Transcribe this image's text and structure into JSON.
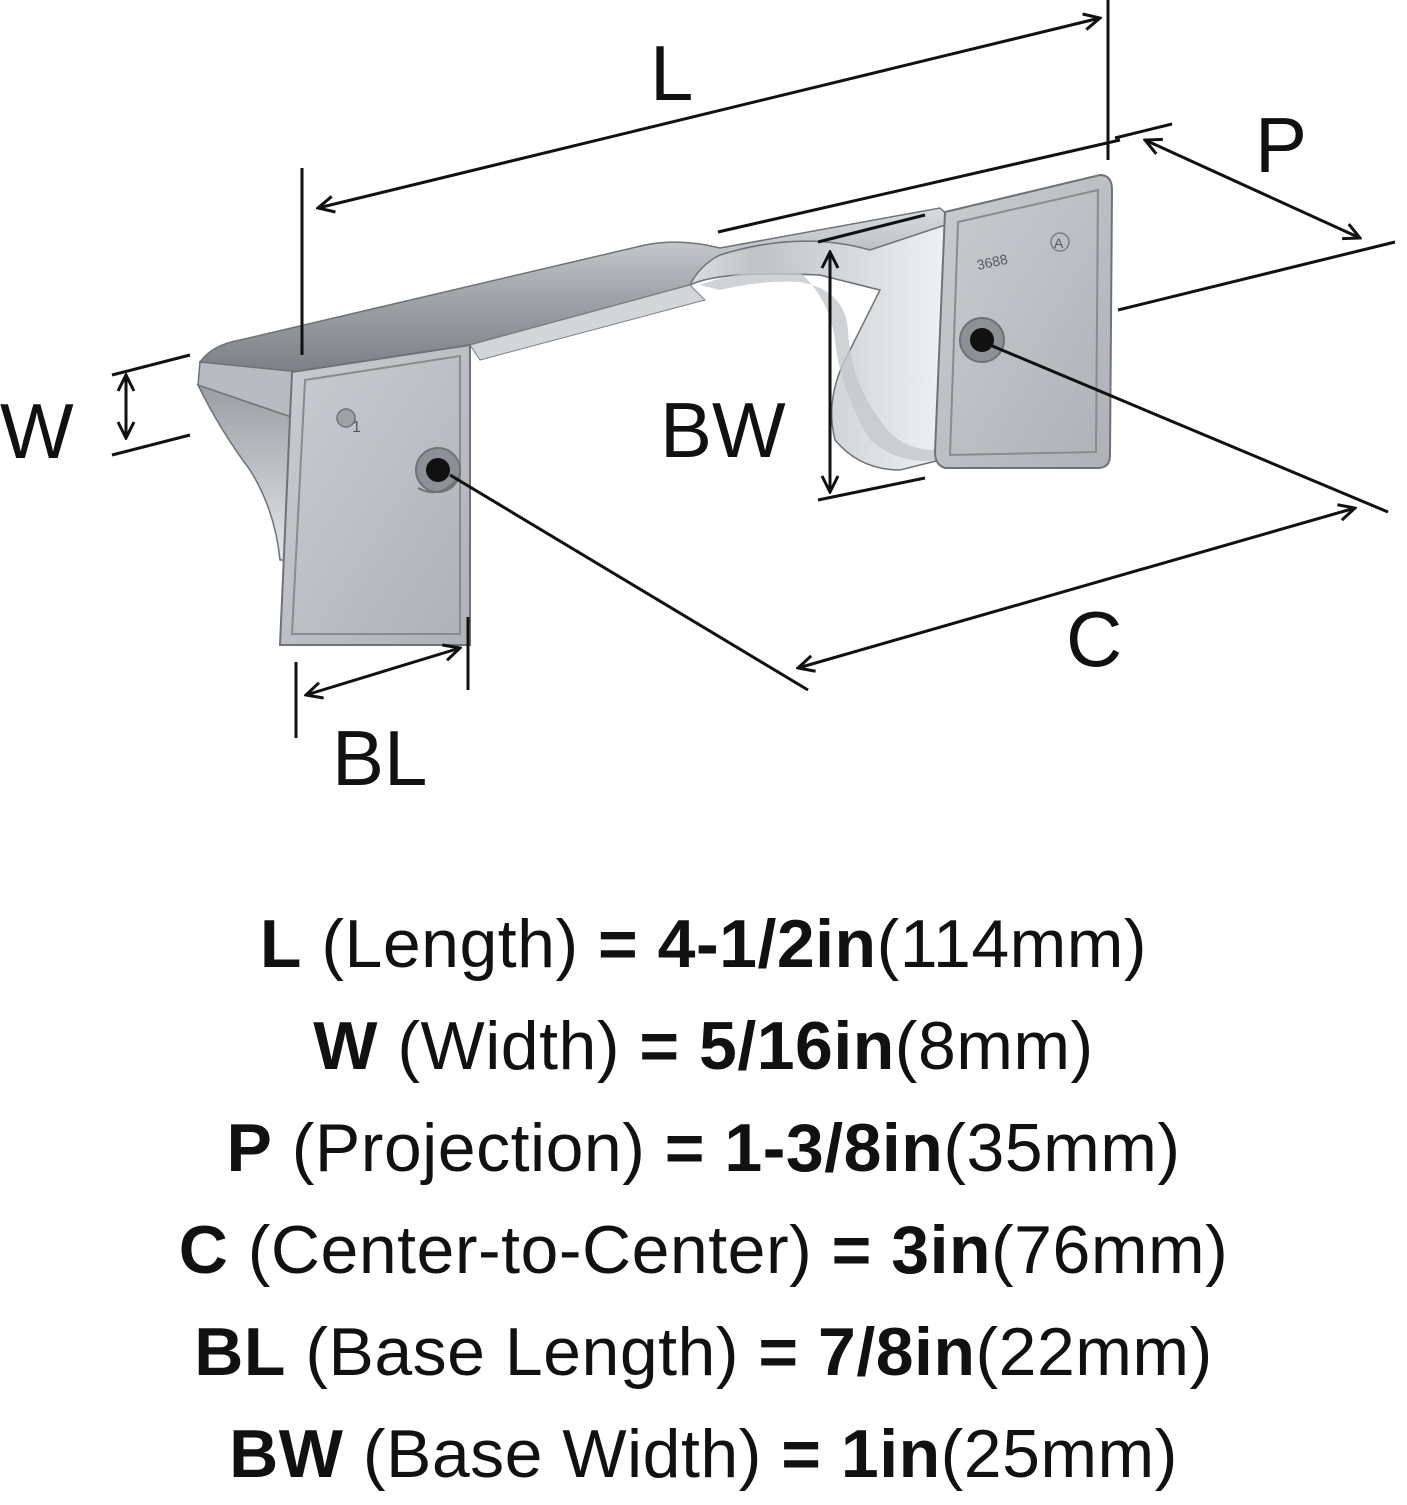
{
  "diagram": {
    "labels": {
      "L": "L",
      "P": "P",
      "W": "W",
      "BW": "BW",
      "C": "C",
      "BL": "BL"
    },
    "part_marks": {
      "left_base_mark": "1",
      "right_base_number": "3688",
      "right_base_mark": "A"
    },
    "colors": {
      "metal_light": "#e2e4e6",
      "metal_mid": "#a9adb1",
      "metal_dark": "#6f7377",
      "ink": "#111111"
    }
  },
  "specs": [
    {
      "code": "L",
      "desc": "(Length)",
      "eq": "=",
      "imperial": "4-1/2in",
      "metric": "(114mm)"
    },
    {
      "code": "W",
      "desc": "(Width)",
      "eq": "=",
      "imperial": "5/16in",
      "metric": "(8mm)"
    },
    {
      "code": "P",
      "desc": "(Projection)",
      "eq": "=",
      "imperial": "1-3/8in",
      "metric": "(35mm)"
    },
    {
      "code": "C",
      "desc": "(Center-to-Center)",
      "eq": "=",
      "imperial": "3in",
      "metric": "(76mm)"
    },
    {
      "code": "BL",
      "desc": "(Base Length)",
      "eq": "=",
      "imperial": "7/8in",
      "metric": "(22mm)"
    },
    {
      "code": "BW",
      "desc": "(Base Width)",
      "eq": "=",
      "imperial": "1in",
      "metric": "(25mm)"
    }
  ]
}
